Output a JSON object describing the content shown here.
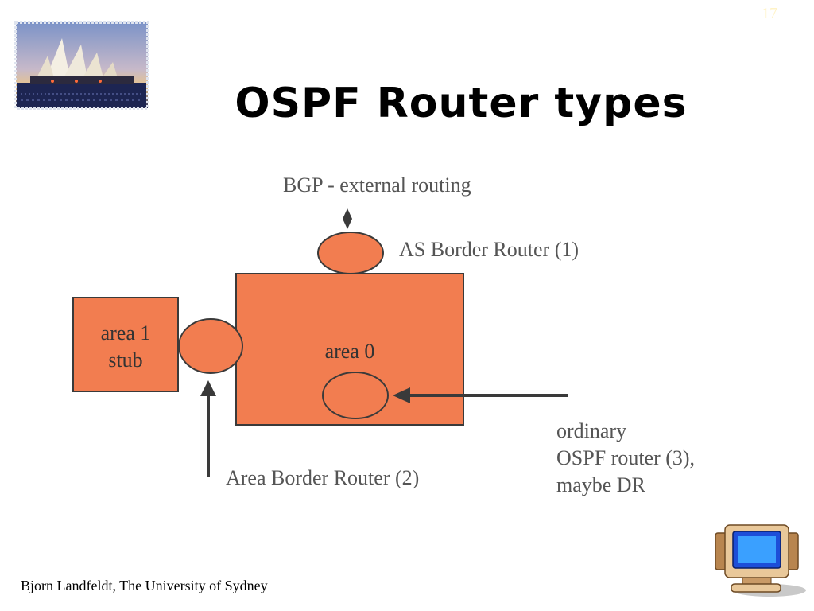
{
  "slide": {
    "number": "17",
    "title": "OSPF Router types",
    "footer": "Bjorn Landfeldt, The University of Sydney"
  },
  "diagram": {
    "nodes": {
      "area0": {
        "label": "area 0"
      },
      "area1": {
        "line1": "area 1",
        "line2": "stub"
      }
    },
    "labels": {
      "bgp": "BGP - external routing",
      "asbr": "AS Border Router (1)",
      "abr": "Area Border Router (2)",
      "ordinary_l1": "ordinary",
      "ordinary_l2": "OSPF router (3),",
      "ordinary_l3": "maybe DR"
    }
  },
  "colors": {
    "area_fill": "#f27d50",
    "outline": "#3a3a3a",
    "arrow": "#3a3a3a",
    "text_gray": "#555555"
  },
  "icons": {
    "logo": "sydney-opera-house-icon",
    "corner": "computer-monitor-icon"
  }
}
